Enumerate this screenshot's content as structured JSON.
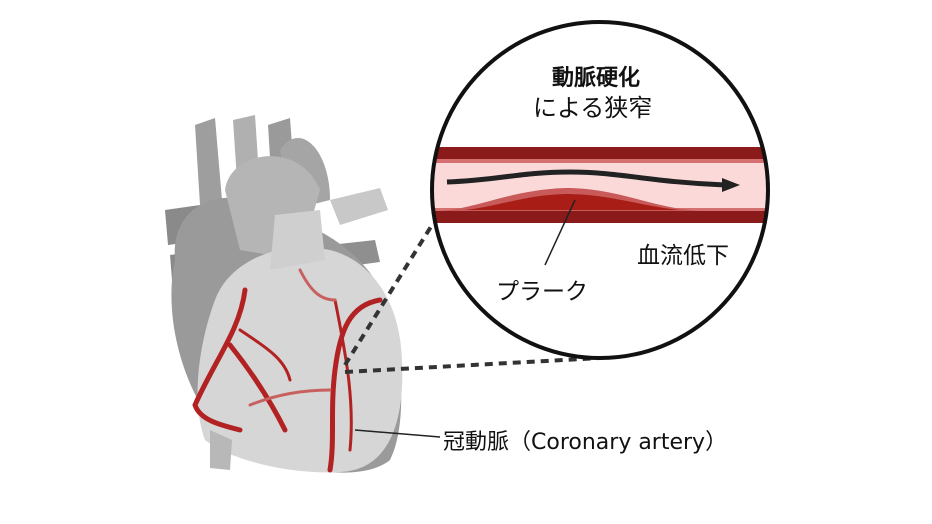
{
  "title_bold": "動脈硬化",
  "title_sub": "による狭窄",
  "blood_flow_label": "血流低下",
  "plaque_label": "プラーク",
  "artery_label": "冠動脈（Coronary artery）",
  "colors": {
    "vessel_dark": "#8b1a1a",
    "vessel_mid": "#c85a5a",
    "lumen": "#fbd9d9",
    "plaque": "#a81e16",
    "heart_dark": "#9a9a9a",
    "heart_light": "#d4d4d4",
    "coronary": "#b22222"
  }
}
